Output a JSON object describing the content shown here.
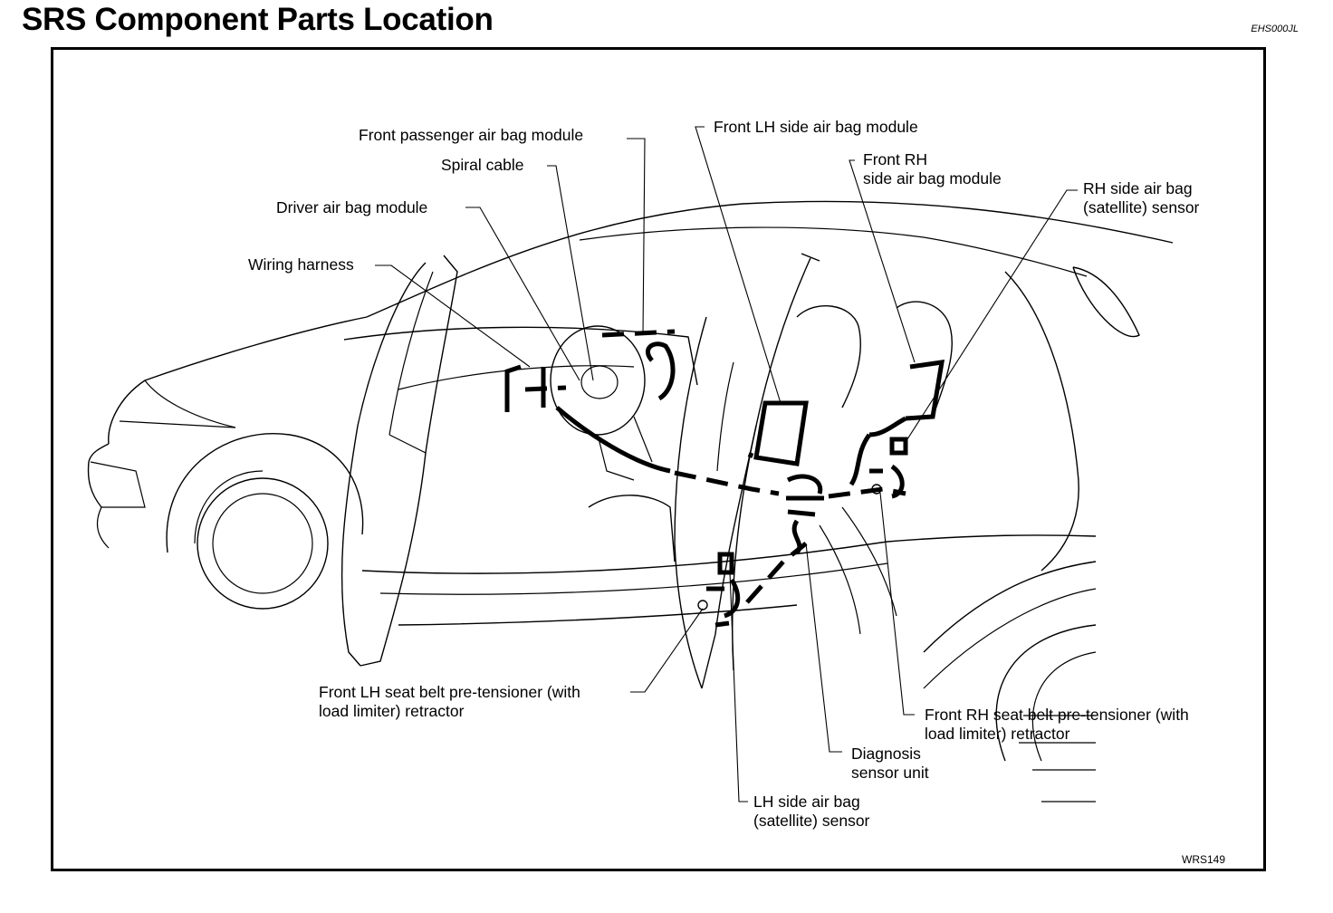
{
  "header": {
    "title": "SRS Component Parts Location",
    "section_code": "EHS000JL"
  },
  "figure": {
    "code": "WRS149",
    "labels": {
      "front_passenger_air_bag_module": "Front passenger air bag module",
      "spiral_cable": "Spiral cable",
      "driver_air_bag_module": "Driver air bag module",
      "wiring_harness": "Wiring harness",
      "front_lh_side_air_bag_module": "Front LH side air bag module",
      "front_rh_side_air_bag_module": [
        "Front RH",
        "side air bag module"
      ],
      "rh_side_air_bag_sensor": [
        "RH side air bag",
        "(satellite) sensor"
      ],
      "front_lh_seat_belt_pretensioner": [
        "Front LH seat belt pre-tensioner (with",
        "load limiter) retractor"
      ],
      "front_rh_seat_belt_pretensioner": [
        "Front RH seat belt pre-tensioner (with",
        "load limiter) retractor"
      ],
      "diagnosis_sensor_unit": [
        "Diagnosis",
        "sensor unit"
      ],
      "lh_side_air_bag_sensor": [
        "LH side air bag",
        "(satellite) sensor"
      ]
    }
  }
}
